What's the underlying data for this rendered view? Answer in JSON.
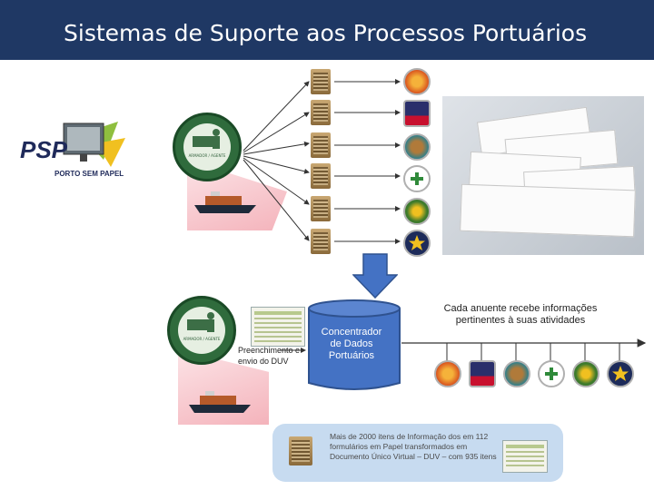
{
  "title": "Sistemas de Suporte aos Processos Portuários",
  "psp_logo": {
    "acronym": "PSP",
    "subtitle": "PORTO SEM PAPEL"
  },
  "operator_circle": {
    "label": "ARMADOR / AGENTE"
  },
  "preenchimento_label": "Preenchimento e envio do DUV",
  "concentrador_label": "Concentrador de Dados Portuários",
  "anuente_caption": "Cada anuente recebe informações pertinentes à suas atividades",
  "info_text": "Mais de 2000 itens de Informação dos em 112 formulários em Papel transformados em Documento Único Virtual – DUV – com 935 itens",
  "agency_logos": [
    {
      "name": "emblem-red-orange",
      "color": "#d9541e"
    },
    {
      "name": "emblem-navy-red",
      "color": "#2a2f6b"
    },
    {
      "name": "emblem-teal",
      "color": "#2f7f8a"
    },
    {
      "name": "emblem-cross-green",
      "color": "#2f8a3a"
    },
    {
      "name": "emblem-green",
      "color": "#3d7a2c"
    },
    {
      "name": "emblem-navy-star",
      "color": "#1d2b5a"
    }
  ],
  "colors": {
    "title_bar": "#1f3864",
    "arrow_blue": "#4472c4",
    "cylinder_blue": "#4472c4"
  }
}
